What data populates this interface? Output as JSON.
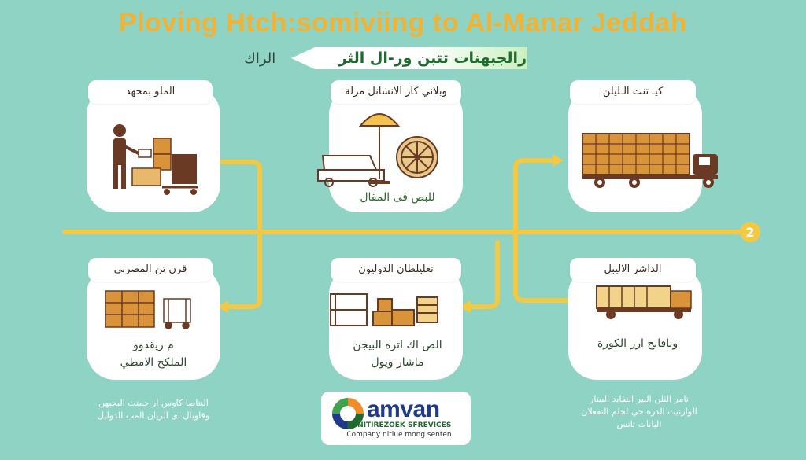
{
  "header": {
    "title": "Ploving Htch:somiviing to Al-Manar Jeddah",
    "subtitle_left": "الراك",
    "subtitle_right": "رالجبهنات تتبن ور-ال الثر"
  },
  "steps": [
    {
      "label": "الملو بمحهد",
      "caption": ""
    },
    {
      "label": "وبلاني كاز الانشانل مرلة",
      "caption": "للبص فى المقال"
    },
    {
      "label": "كيـ تنت الـليلن",
      "caption": ""
    },
    {
      "label": "قرن تن المصرنى",
      "caption": "م ريقدوو\nالملكح الامطي"
    },
    {
      "label": "تعليلطان الدوليون",
      "caption": "الص اك اتره البيجن\nماشار ويول"
    },
    {
      "label": "الداشر الاليبل",
      "caption": "وباقايح ارر الكورة"
    }
  ],
  "badge": "2",
  "notes": {
    "left": "النتاصا كاوس ار جمتث البجبهن\nوقاويال اى الريان المب الدوليل",
    "right": "تامر الثلن البير التفايد البيتار\nالوارنيت الدره خي لجلم التفعلان\nاليانات تانس"
  },
  "logo": {
    "word": "amvan",
    "line1": "FUNITIREZOEK SFREVICES",
    "line2": "Company nitiue mong senten"
  },
  "colors": {
    "background": "#8fd3c4",
    "title": "#f2b233",
    "connector": "#f5c842",
    "brown": "#6b3a24",
    "box": "#d9943a"
  }
}
